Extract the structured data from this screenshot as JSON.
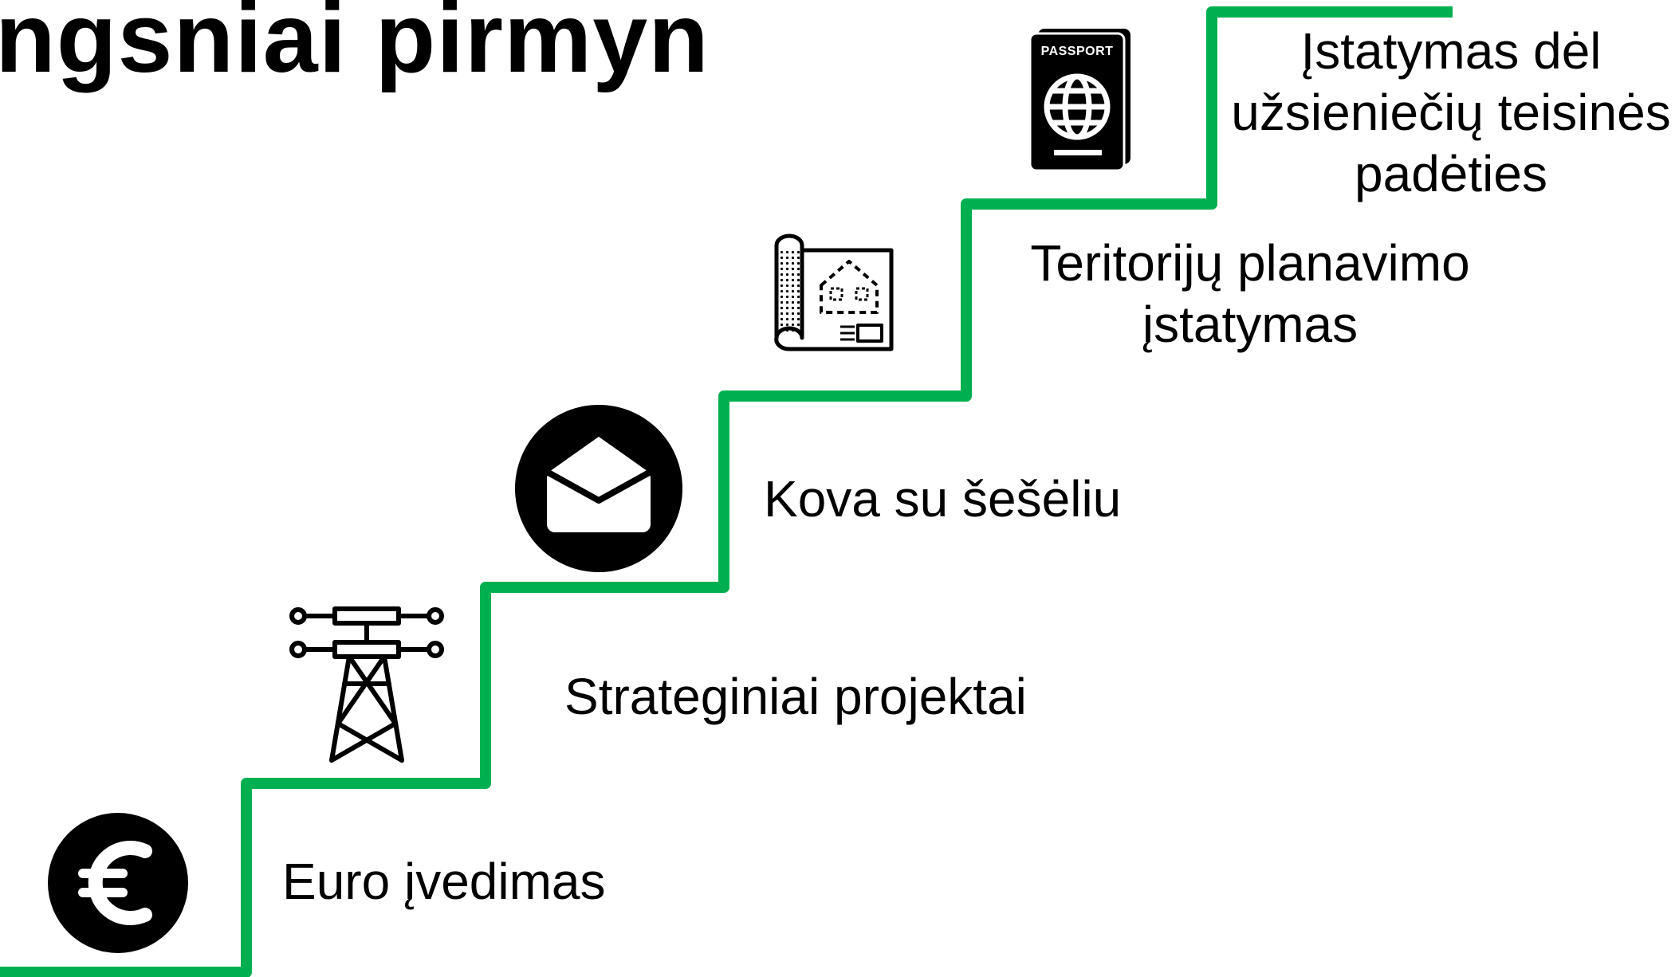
{
  "title": "ngsniai pirmyn",
  "colors": {
    "stairs": "#00b050",
    "icon": "#000000",
    "background": "#ffffff"
  },
  "steps": [
    {
      "label_lines": [
        "Euro įvedimas"
      ],
      "icon": "euro-icon"
    },
    {
      "label_lines": [
        "Strateginiai projektai"
      ],
      "icon": "power-tower-icon"
    },
    {
      "label_lines": [
        "Kova su šešėliu"
      ],
      "icon": "envelope-icon"
    },
    {
      "label_lines": [
        "Teritorijų planavimo",
        "įstatymas"
      ],
      "icon": "blueprint-icon"
    },
    {
      "label_lines": [
        "Įstatymas dėl",
        "užsieniečių teisinės",
        "padėties"
      ],
      "icon": "passport-icon",
      "icon_text": "PASSPORT"
    }
  ]
}
